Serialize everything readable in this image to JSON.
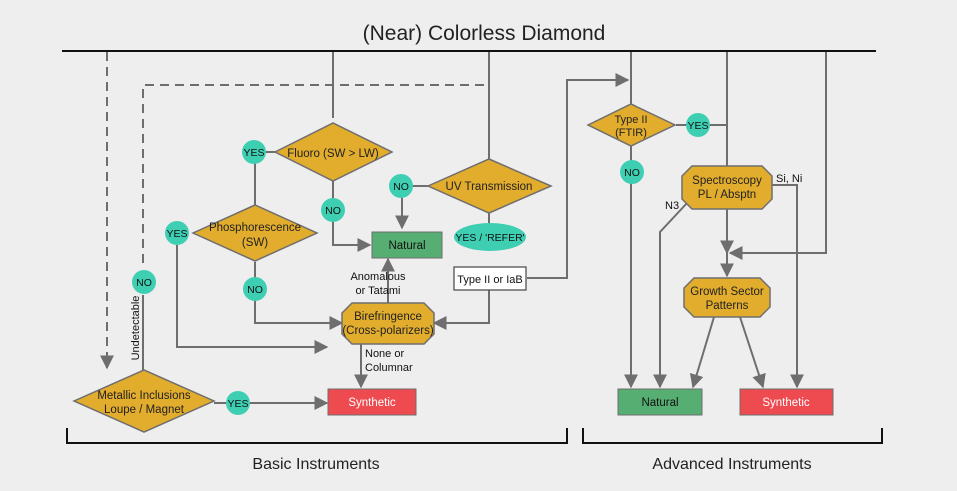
{
  "title": "(Near) Colorless Diamond",
  "nodes": {
    "fluoro": "Fluoro (SW > LW)",
    "phosphorescence_line1": "Phosphorescence",
    "phosphorescence_line2": "(SW)",
    "uv_transmission": "UV Transmission",
    "natural_basic": "Natural",
    "birefringence_line1": "Birefringence",
    "birefringence_line2": "(Cross-polarizers)",
    "metallic_line1": "Metallic Inclusions",
    "metallic_line2": "Loupe / Magnet",
    "synthetic_basic": "Synthetic",
    "type_ii_box": "Type II or IaB",
    "type_ii_ftir_line1": "Type II",
    "type_ii_ftir_line2": "(FTIR)",
    "spectroscopy_line1": "Spectroscopy",
    "spectroscopy_line2": "PL / Absptn",
    "growth_line1": "Growth Sector",
    "growth_line2": "Patterns",
    "natural_adv": "Natural",
    "synthetic_adv": "Synthetic"
  },
  "badges": {
    "yes": "YES",
    "no": "NO",
    "yes_refer": "YES / 'REFER'"
  },
  "labels": {
    "anomalous_line1": "Anomalous",
    "anomalous_line2": "or Tatami",
    "none_line1": "None or",
    "none_line2": "Columnar",
    "undetectable": "Undetectable",
    "n3": "N3",
    "si_ni": "Si, Ni"
  },
  "sections": {
    "basic": "Basic Instruments",
    "advanced": "Advanced Instruments"
  },
  "colors": {
    "diamond": "#e2ac2d",
    "natural": "#57ae72",
    "synthetic": "#ee4b51",
    "badge": "#3ecfb3",
    "line": "#6e6e6e"
  }
}
